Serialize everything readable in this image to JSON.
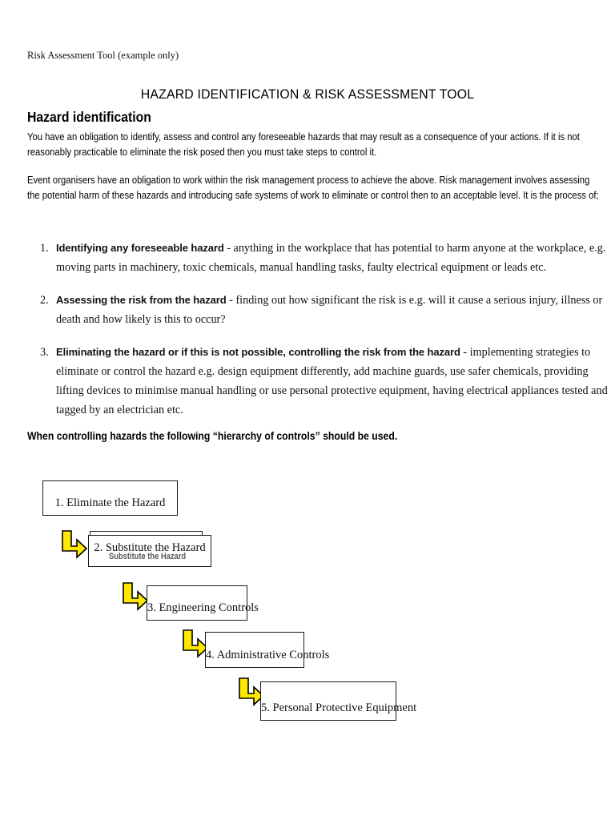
{
  "document": {
    "header": "Risk Assessment Tool (example only)",
    "title": "HAZARD IDENTIFICATION & RISK ASSESSMENT TOOL",
    "section_heading": "Hazard identification",
    "paragraphs": [
      "You have an obligation to identify, assess and control any foreseeable hazards that may result as a consequence of your actions. If it is not reasonably practicable to eliminate the risk posed then you must take steps to control it.",
      "Event organisers have an obligation to work within the risk management process to achieve the above. Risk management involves assessing the potential harm of these hazards and introducing safe systems of work to eliminate or control then to an acceptable level. It is the process of;"
    ],
    "list": [
      {
        "number": "1.",
        "lead": "Identifying any foreseeable hazard",
        "body": " - anything in the workplace that has potential to harm anyone at the workplace, e.g. moving parts in machinery, toxic chemicals, manual handling tasks, faulty electrical equipment or leads etc."
      },
      {
        "number": "2.",
        "lead": "Assessing the risk from the hazard",
        "body": " - finding out how significant the risk is e.g. will it cause a serious injury, illness or death and how likely is this to occur?"
      },
      {
        "number": "3.",
        "lead": "Eliminating the hazard or if this is not possible, controlling the risk from the hazard",
        "body": " - implementing strategies to eliminate or control the hazard e.g. design equipment differently, add machine guards, use safer chemicals, providing lifting devices to minimise manual handling or use personal protective equipment, having electrical appliances tested and tagged by an electrician etc."
      }
    ],
    "bold_statement": "When controlling hazards the following “hierarchy of controls” should be used."
  },
  "hierarchy_diagram": {
    "arrow_color": "#FFE800",
    "arrow_outline": "#000000",
    "box_border": "#1a1a1a",
    "ghost_label": "Substitute the Hazard",
    "steps": [
      {
        "id": "eliminate",
        "label": "1. Eliminate the Hazard"
      },
      {
        "id": "substitute",
        "label": "2. Substitute the Hazard"
      },
      {
        "id": "engineering",
        "label": "3. Engineering Controls"
      },
      {
        "id": "administrative",
        "label": "4. Administrative Controls"
      },
      {
        "id": "ppe",
        "label": "5. Personal Protective Equipment"
      }
    ]
  }
}
